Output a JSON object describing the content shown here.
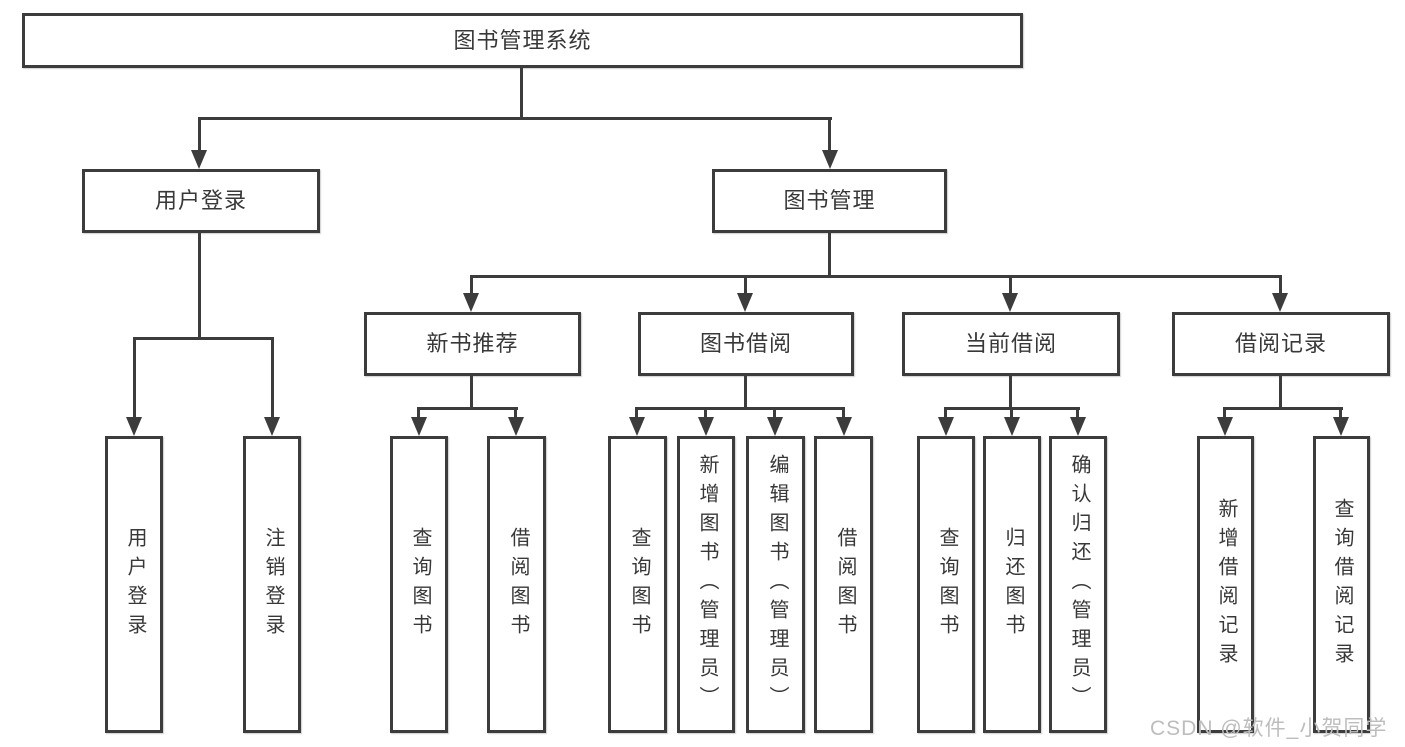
{
  "colors": {
    "line": "#3c3c3c",
    "text": "#383838",
    "bg": "#ffffff",
    "watermark": "#bdbdbd"
  },
  "watermark": {
    "text": "CSDN @软件_小贺同学"
  },
  "tree": {
    "root": {
      "label": "图书管理系统"
    },
    "branches": [
      {
        "label": "用户登录",
        "children": [
          {
            "label": "用户登录"
          },
          {
            "label": "注销登录"
          }
        ]
      },
      {
        "label": "图书管理",
        "groups": [
          {
            "label": "新书推荐",
            "children": [
              {
                "label": "查询图书"
              },
              {
                "label": "借阅图书"
              }
            ]
          },
          {
            "label": "图书借阅",
            "children": [
              {
                "label": "查询图书"
              },
              {
                "label": "新增图书（管理员）"
              },
              {
                "label": "编辑图书（管理员）"
              },
              {
                "label": "借阅图书"
              }
            ]
          },
          {
            "label": "当前借阅",
            "children": [
              {
                "label": "查询图书"
              },
              {
                "label": "归还图书"
              },
              {
                "label": "确认归还（管理员）"
              }
            ]
          },
          {
            "label": "借阅记录",
            "children": [
              {
                "label": "新增借阅记录"
              },
              {
                "label": "查询借阅记录"
              }
            ]
          }
        ]
      }
    ]
  }
}
